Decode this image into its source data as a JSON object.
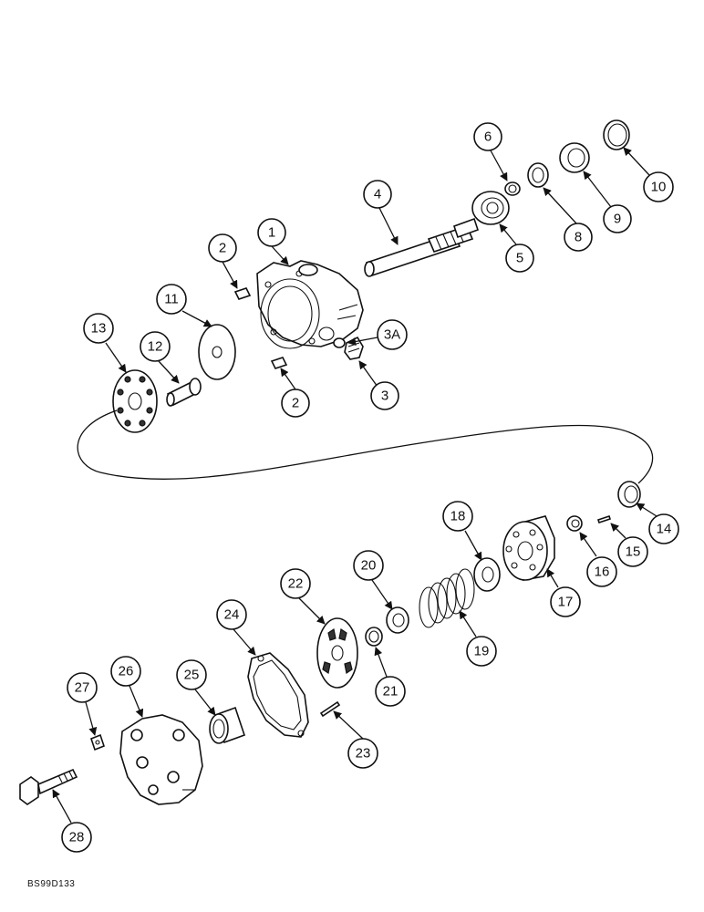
{
  "diagram": {
    "document_code": "BS99D133",
    "callouts": [
      {
        "label": "1"
      },
      {
        "label": "2"
      },
      {
        "label": "2"
      },
      {
        "label": "3"
      },
      {
        "label": "3A"
      },
      {
        "label": "4"
      },
      {
        "label": "5"
      },
      {
        "label": "6"
      },
      {
        "label": "8"
      },
      {
        "label": "9"
      },
      {
        "label": "10"
      },
      {
        "label": "11"
      },
      {
        "label": "12"
      },
      {
        "label": "13"
      },
      {
        "label": "14"
      },
      {
        "label": "15"
      },
      {
        "label": "16"
      },
      {
        "label": "17"
      },
      {
        "label": "18"
      },
      {
        "label": "19"
      },
      {
        "label": "20"
      },
      {
        "label": "21"
      },
      {
        "label": "22"
      },
      {
        "label": "23"
      },
      {
        "label": "24"
      },
      {
        "label": "25"
      },
      {
        "label": "26"
      },
      {
        "label": "27"
      },
      {
        "label": "28"
      }
    ]
  }
}
